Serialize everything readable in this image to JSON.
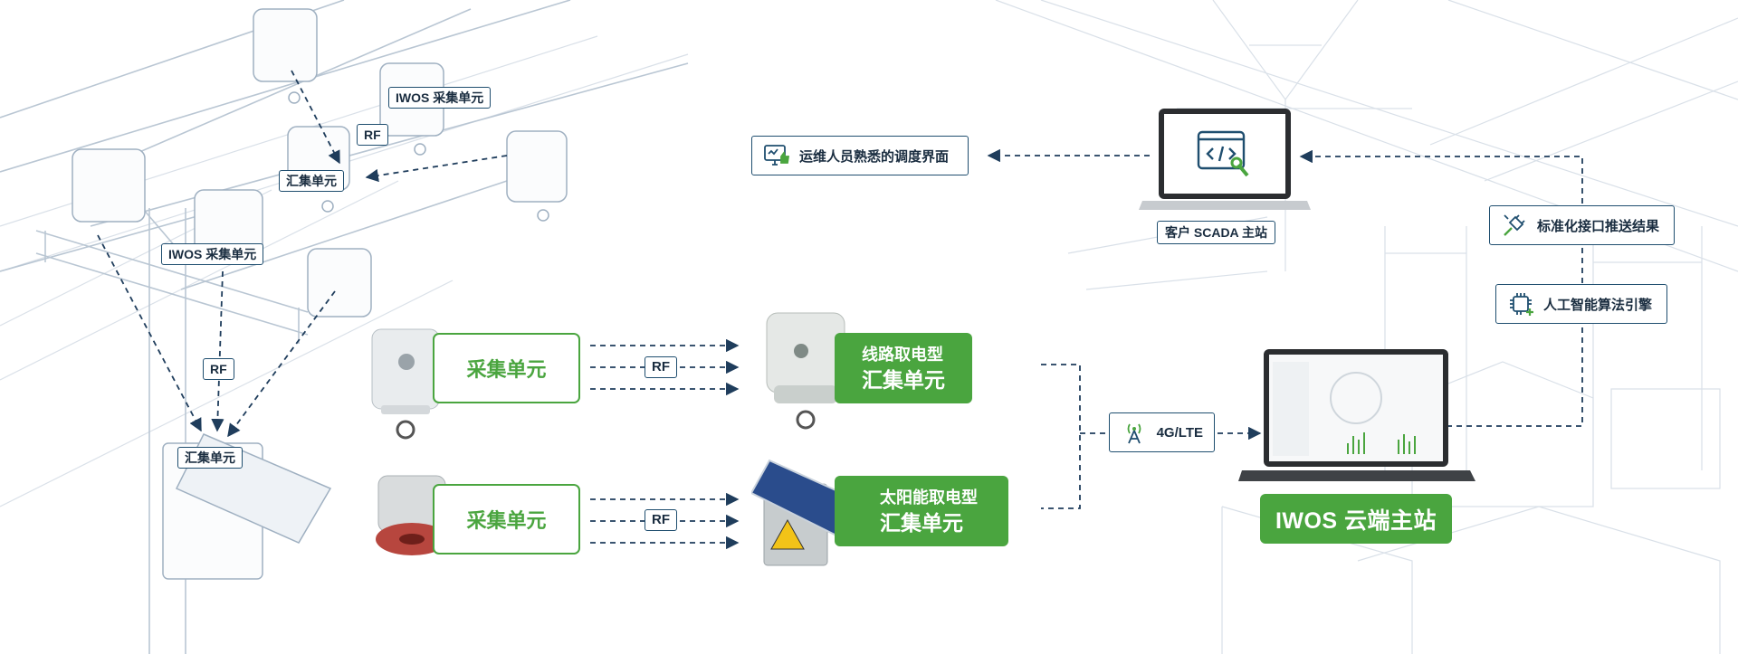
{
  "left_pole": {
    "label_collect_top": "IWOS 采集单元",
    "label_collect_mid": "IWOS 采集单元",
    "label_aggregate_top": "汇集单元",
    "label_aggregate_bottom": "汇集单元",
    "rf_top": "RF",
    "rf_mid": "RF"
  },
  "row1": {
    "collect_label": "采集单元",
    "rf": "RF",
    "aggregator_line1": "线路取电型",
    "aggregator_line2": "汇集单元"
  },
  "row2": {
    "collect_label": "采集单元",
    "rf": "RF",
    "aggregator_line1": "太阳能取电型",
    "aggregator_line2": "汇集单元"
  },
  "network": {
    "label": "4G/LTE",
    "icon": "antenna-icon"
  },
  "cloud": {
    "label": "IWOS 云端主站"
  },
  "scada": {
    "label": "客户 SCADA 主站",
    "icon": "code-wrench-icon"
  },
  "ops": {
    "label": "运维人员熟悉的调度界面",
    "icon": "monitor-thumbsup-icon"
  },
  "api": {
    "label": "标准化接口推送结果",
    "icon": "plug-icon"
  },
  "ai": {
    "label": "人工智能算法引擎",
    "icon": "chip-icon"
  },
  "colors": {
    "green": "#4aa53f",
    "navy": "#1f4e6f",
    "line": "#1f3d5c"
  }
}
